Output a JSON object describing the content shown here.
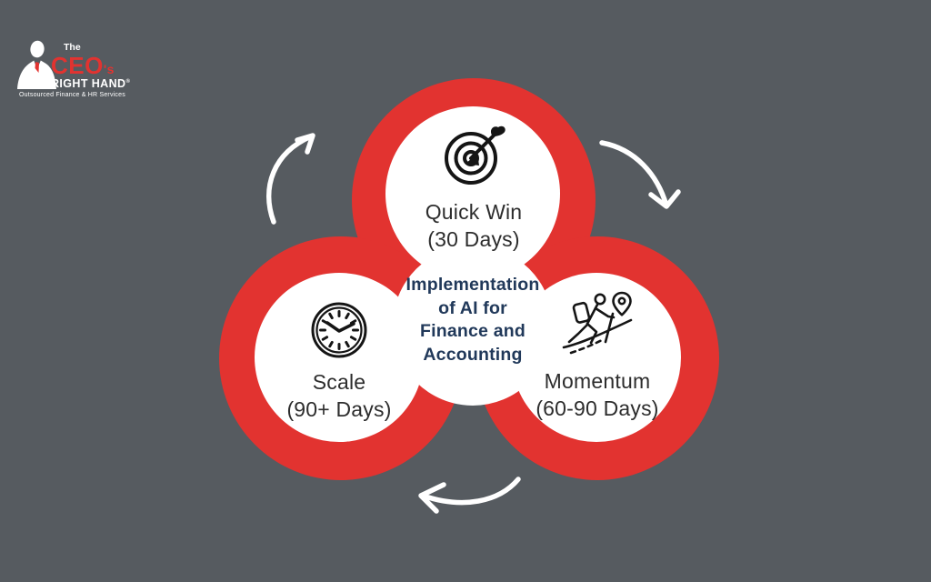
{
  "colors": {
    "background": "#565b60",
    "red": "#e23330",
    "heading_navy": "#21395a",
    "label_dark": "#2d2d2d",
    "circle_fill": "#ffffff",
    "arrow": "#ffffff"
  },
  "logo": {
    "brand_top": "The",
    "brand_main": "CEO",
    "brand_suffix": "'s",
    "brand_bottom": "RIGHT HAND",
    "registered_mark": "®",
    "tagline": "Outsourced Finance & HR Services",
    "icon": "businessman-silhouette-icon"
  },
  "center_text": {
    "line1": "Implementation",
    "line2": "of AI for",
    "line3": "Finance and",
    "line4": "Accounting"
  },
  "nodes": {
    "top": {
      "title": "Quick Win",
      "duration": "(30 Days)",
      "icon": "target-dart-icon"
    },
    "left": {
      "title": "Scale",
      "duration": "(90+ Days)",
      "icon": "clock-icon"
    },
    "right": {
      "title": "Momentum",
      "duration": "(60-90 Days)",
      "icon": "hiker-location-icon"
    }
  },
  "arrows": {
    "top_left": "curved-arrow-up-right",
    "top_right": "curved-arrow-down-right",
    "bottom": "curved-arrow-left"
  }
}
